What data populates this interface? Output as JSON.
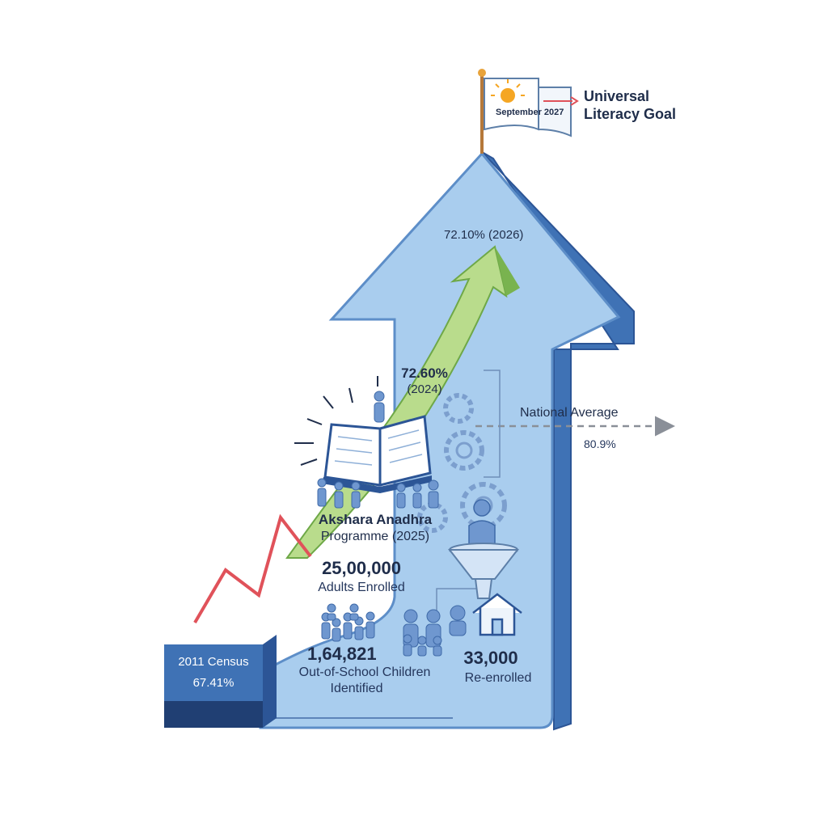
{
  "goal": {
    "flag_date": "September 2027",
    "title_line1": "Universal",
    "title_line2": "Literacy Goal"
  },
  "milestones": {
    "y2026": "72.10% (2026)",
    "y2024_value": "72.60%",
    "y2024_year": "(2024)"
  },
  "national_average": {
    "label": "National Average",
    "value": "80.9%"
  },
  "programme": {
    "name_line1": "Akshara Anadhra",
    "name_line2": "Programme (2025)",
    "enrolled_value": "25,00,000",
    "enrolled_label": "Adults Enrolled"
  },
  "out_of_school": {
    "value": "1,64,821",
    "label_line1": "Out-of-School Children",
    "label_line2": "Identified"
  },
  "reenrolled": {
    "value": "33,000",
    "label": "Re-enrolled"
  },
  "census": {
    "label": "2011 Census",
    "value": "67.41%"
  },
  "colors": {
    "arrow_face": "#a9cdee",
    "arrow_side": "#3f72b5",
    "green_arrow": "#b9dc8c",
    "red_line": "#e0525a",
    "dark_blue": "#2c5596",
    "people": "#6f97cf"
  },
  "icons": [
    "flag-icon",
    "sun-icon",
    "book-icon",
    "gear-icon",
    "funnel-icon",
    "house-icon",
    "person-icon"
  ]
}
